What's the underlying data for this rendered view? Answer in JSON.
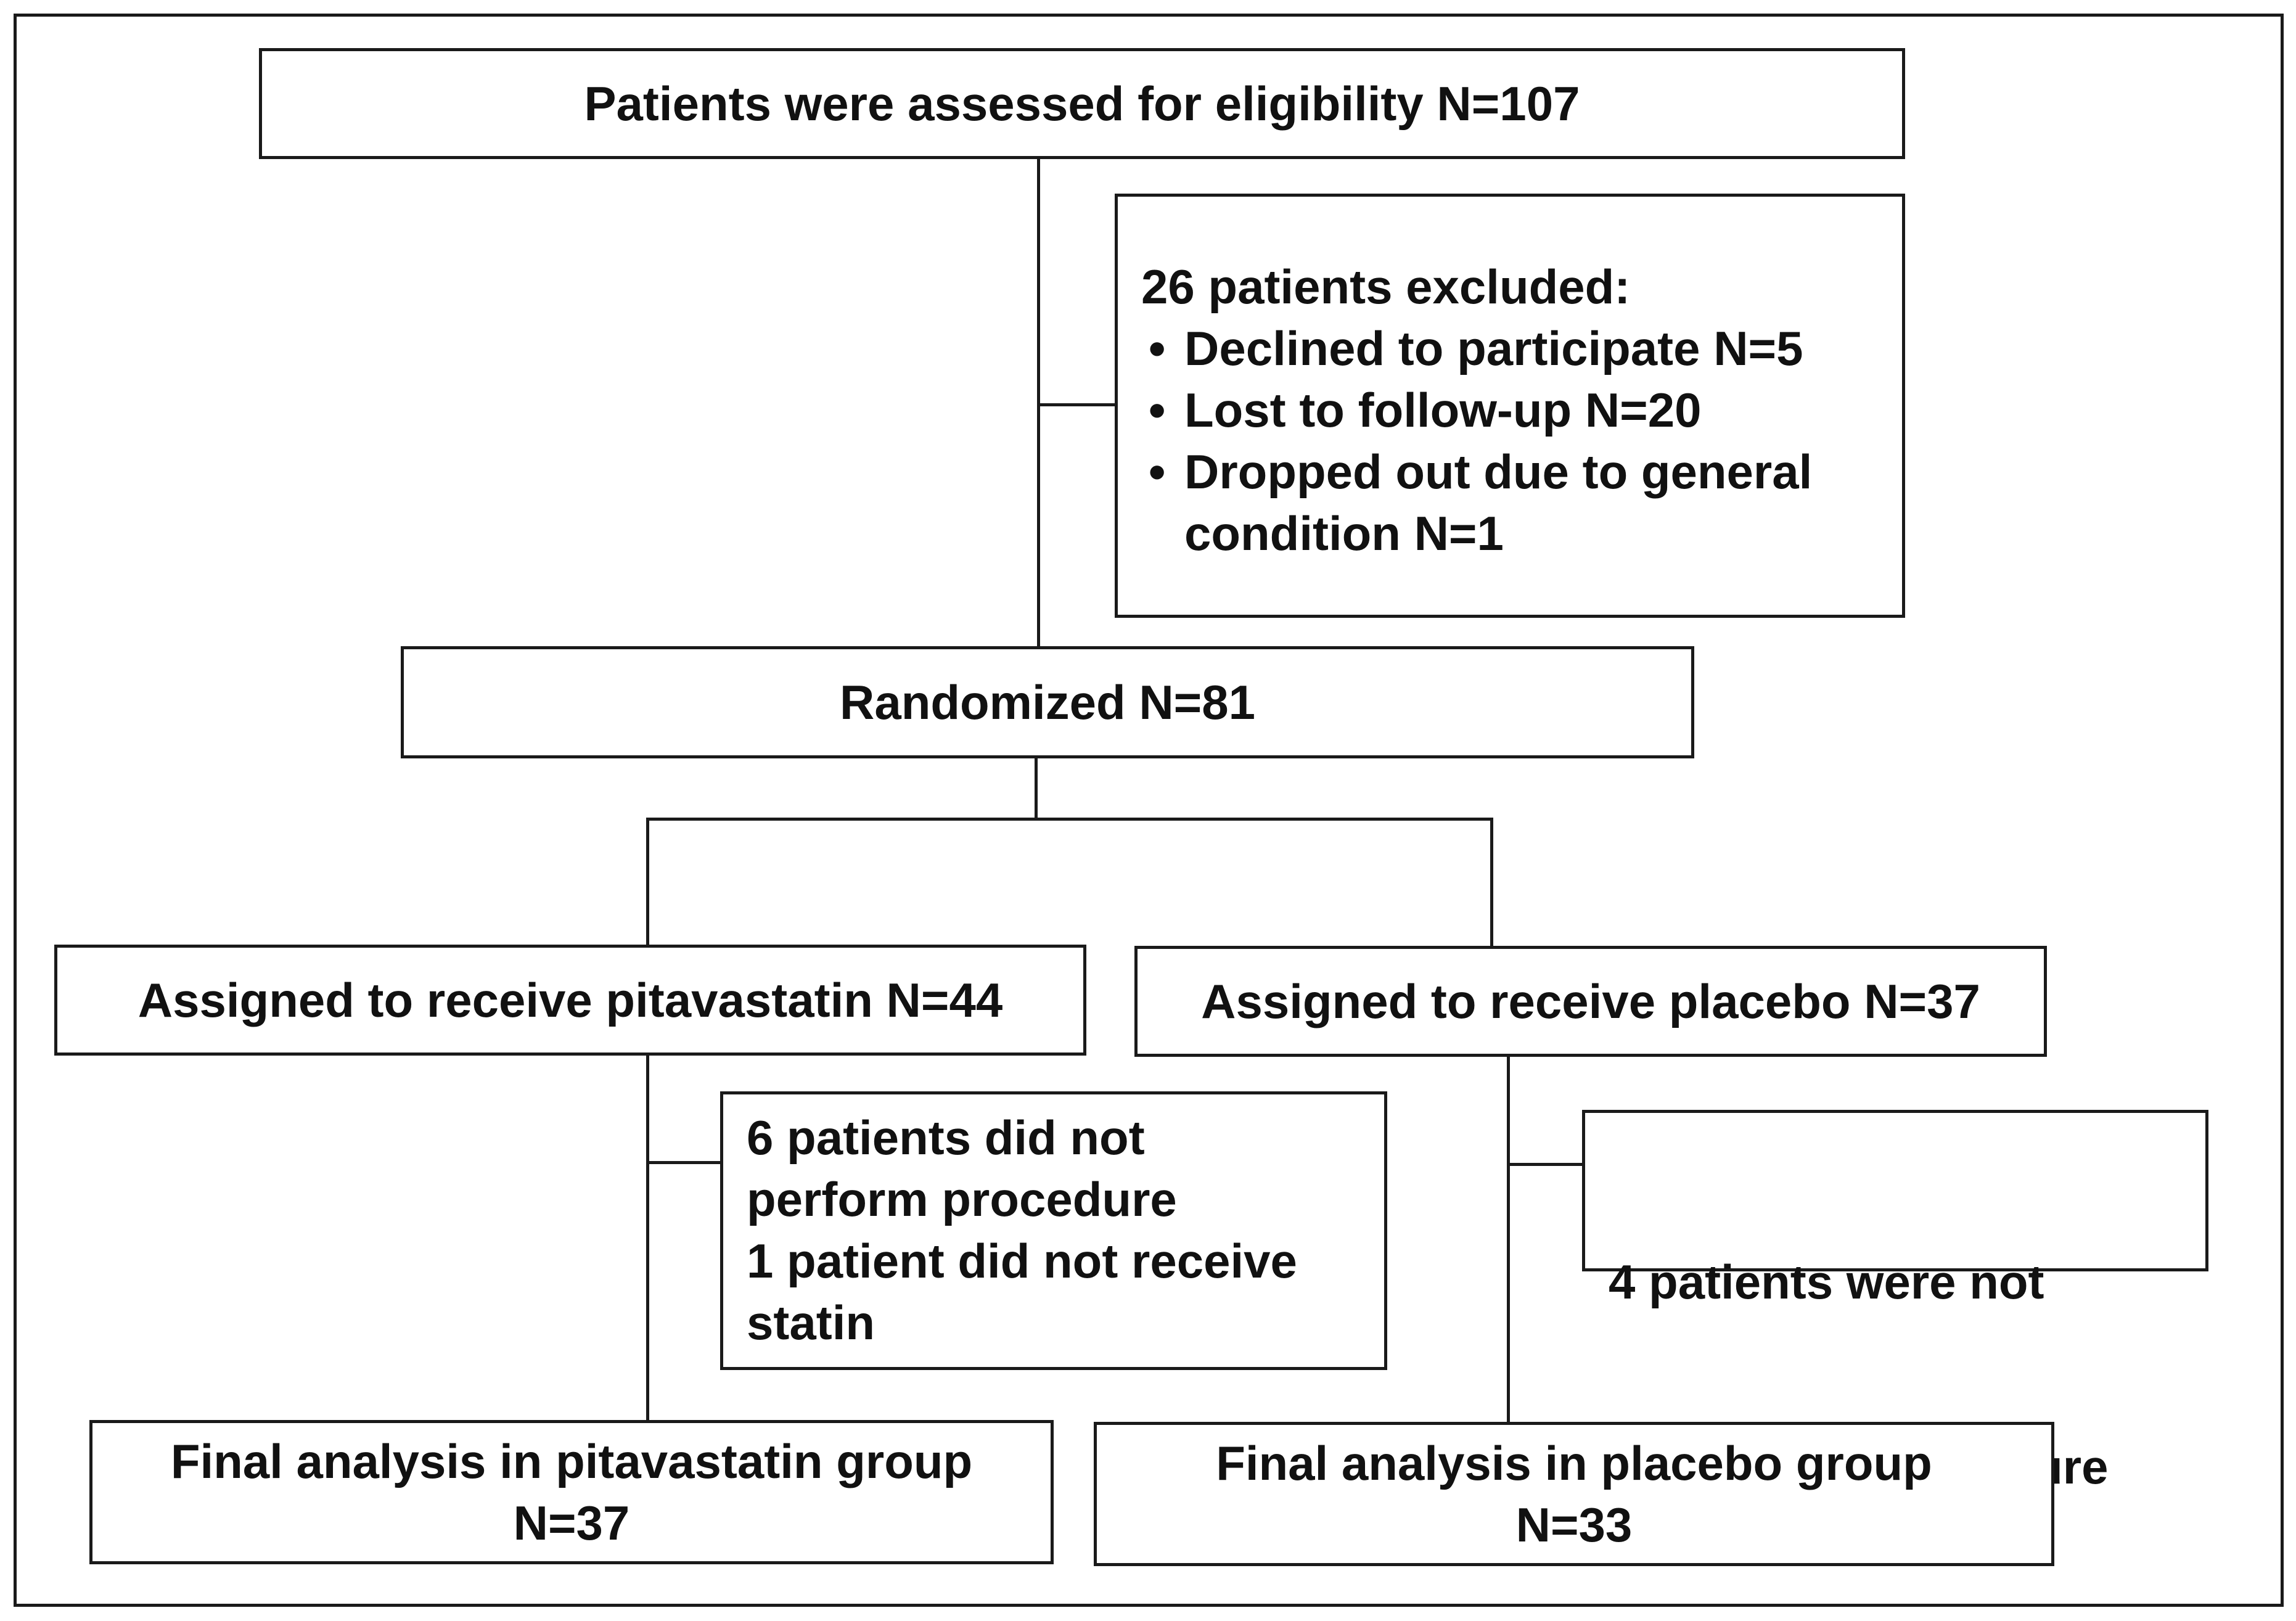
{
  "flowchart": {
    "eligibility": {
      "text": "Patients were assessed for eligibility N=107"
    },
    "excluded": {
      "header": "26 patients excluded:",
      "items": [
        "Declined to participate N=5",
        "Lost to follow-up N=20",
        "Dropped out due to general condition N=1"
      ]
    },
    "randomized": {
      "text": "Randomized N=81"
    },
    "pitavastatin_arm": {
      "text": "Assigned to receive pitavastatin N=44"
    },
    "placebo_arm": {
      "text": "Assigned to receive placebo N=37"
    },
    "pitavastatin_exclusion": {
      "lines": [
        "6 patients did not",
        "perform procedure",
        "1 patient did not receive",
        "statin"
      ]
    },
    "placebo_exclusion": {
      "lines": [
        "4 patients were not",
        "performed  procedure"
      ]
    },
    "pitavastatin_final": {
      "line1": "Final analysis in pitavastatin group",
      "line2": "N=37"
    },
    "placebo_final": {
      "line1": "Final analysis in placebo group",
      "line2": "N=33"
    }
  }
}
